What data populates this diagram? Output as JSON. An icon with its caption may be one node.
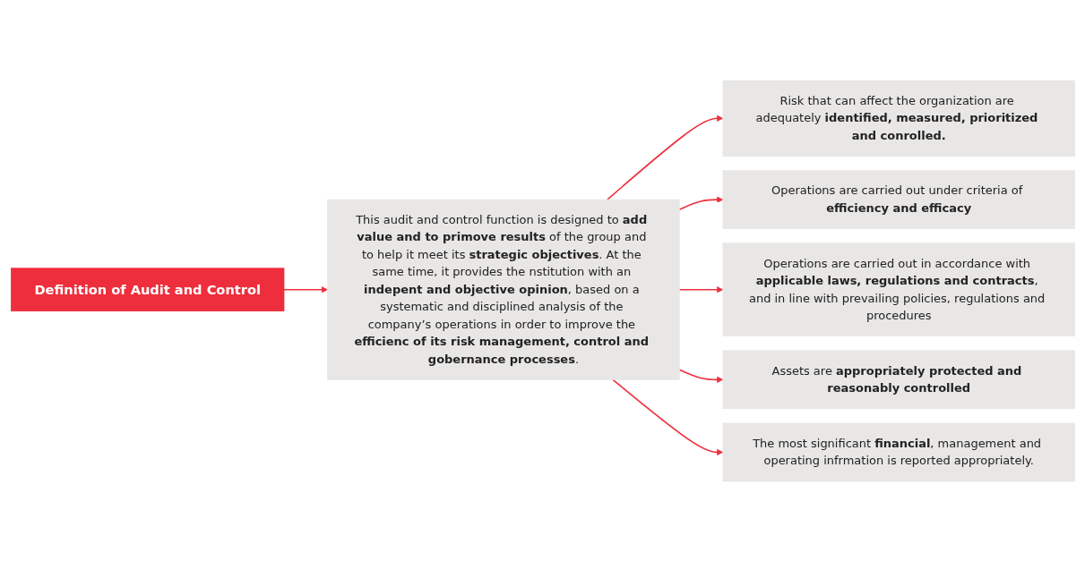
{
  "diagram": {
    "nodes": [
      {
        "text": [
          "Definition of Audit and Control"
        ]
      },
      {
        "text": [
          "This audit and control function is designed to **add value and to primove results** of the group and to help it meet its **strategic objectives**. At the same time, it provides the nstitution with an **indepent and objective opinion**, based on a systematic and disciplined analysis of the company’s operations in order to improve the **efficienc of its risk management, control and gobernance processes**."
        ]
      },
      {
        "text": [
          "Risk that can affect the organization are adequately **identified, measured, prioritized and conrolled.**"
        ]
      },
      {
        "text": [
          "Operations are carried out under criteria of **efficiency and efficacy**"
        ]
      },
      {
        "text": [
          "Operations are carried out in accordance with **applicable laws, regulations and contracts**, and in line with prevailing policies, regulations and procedures"
        ]
      },
      {
        "text": [
          "Assets are **appropriately protected and reasonably controlled**"
        ]
      },
      {
        "text": [
          "The most significant **financial**, management and operating infrmation is reported appropriately."
        ]
      }
    ],
    "edges": [
      {
        "from": 0,
        "to": 1,
        "arrow": "to"
      },
      {
        "from": 1,
        "to": 2,
        "arrow": "to"
      },
      {
        "from": 1,
        "to": 3,
        "arrow": "to"
      },
      {
        "from": 1,
        "to": 4,
        "arrow": "to"
      },
      {
        "from": 1,
        "to": 5,
        "arrow": "to"
      },
      {
        "from": 1,
        "to": 6,
        "arrow": "to"
      }
    ]
  }
}
